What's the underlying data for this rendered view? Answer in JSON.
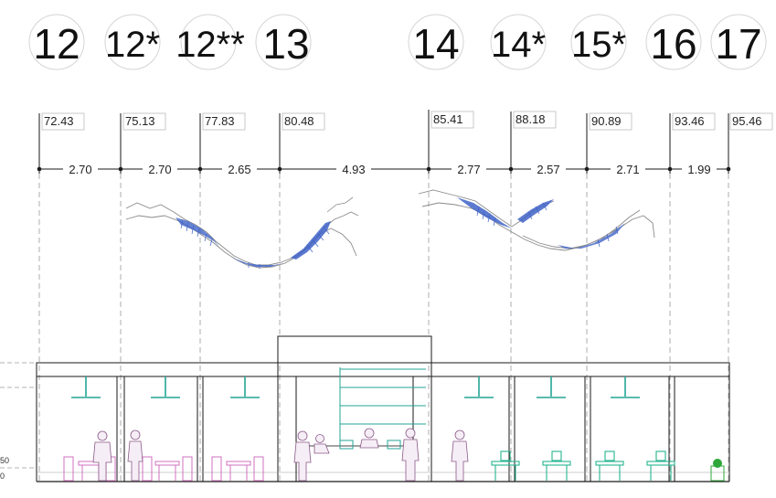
{
  "grid_bubbles": [
    "12",
    "12*",
    "12**",
    "13",
    "14",
    "14*",
    "15*",
    "16",
    "17"
  ],
  "levels": [
    "72.43",
    "75.13",
    "77.83",
    "80.48",
    "85.41",
    "88.18",
    "90.89",
    "93.46",
    "95.46"
  ],
  "dimensions": [
    "2.70",
    "2.70",
    "2.65",
    "4.93",
    "2.77",
    "2.57",
    "2.71",
    "1.99"
  ],
  "edge_labels": [
    "50",
    "0"
  ],
  "colors": {
    "line": "#1a1a1a",
    "gridline": "#9a9a9a",
    "hatch_blue": "#3f63c8",
    "crack_grey": "#8a8a8a",
    "figure_pink": "#c04fb0",
    "furniture_pink": "#d070c0",
    "lamp_teal": "#23a596",
    "workstation_green": "#25b58f",
    "plant_green": "#2ea83a"
  }
}
